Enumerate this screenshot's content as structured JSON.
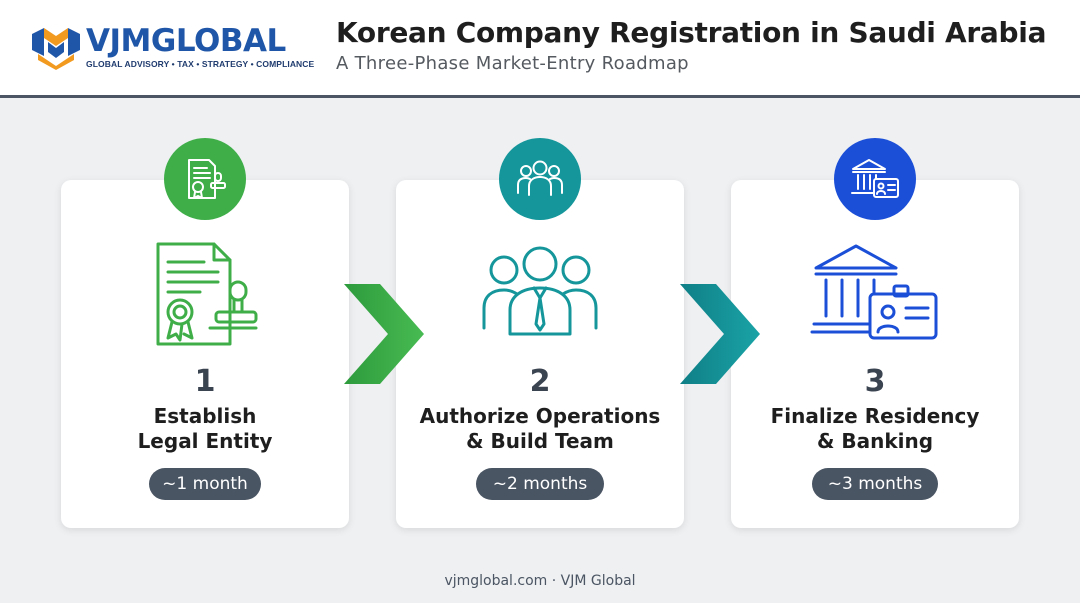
{
  "header": {
    "brand": {
      "part1": "VJM",
      "part2": "GLOBAL",
      "tagline": "GLOBAL ADVISORY • TAX • STRATEGY • COMPLIANCE"
    },
    "title": "Korean Company Registration in Saudi Arabia",
    "subtitle": "A Three-Phase Market-Entry Roadmap"
  },
  "steps": [
    {
      "number": "1",
      "title_line1": "Establish",
      "title_line2": "Legal Entity",
      "duration": "~1 month",
      "color": "#3fae49",
      "badge_icon": "certificate-stamp-icon",
      "main_icon": "document-seal-stamp-icon"
    },
    {
      "number": "2",
      "title_line1": "Authorize Operations",
      "title_line2": "& Build Team",
      "duration": "~2 months",
      "color": "#14969a",
      "badge_icon": "team-icon",
      "main_icon": "team-people-icon"
    },
    {
      "number": "3",
      "title_line1": "Finalize Residency",
      "title_line2": "& Banking",
      "duration": "~3 months",
      "color": "#1c4fd8",
      "badge_icon": "bank-id-card-icon",
      "main_icon": "bank-id-card-icon"
    }
  ],
  "connectors": [
    {
      "color": "#3fae49",
      "icon": "chevron-right-icon"
    },
    {
      "color": "#14969a",
      "icon": "chevron-right-icon"
    }
  ],
  "footer": {
    "text": "vjmglobal.com · VJM Global"
  }
}
